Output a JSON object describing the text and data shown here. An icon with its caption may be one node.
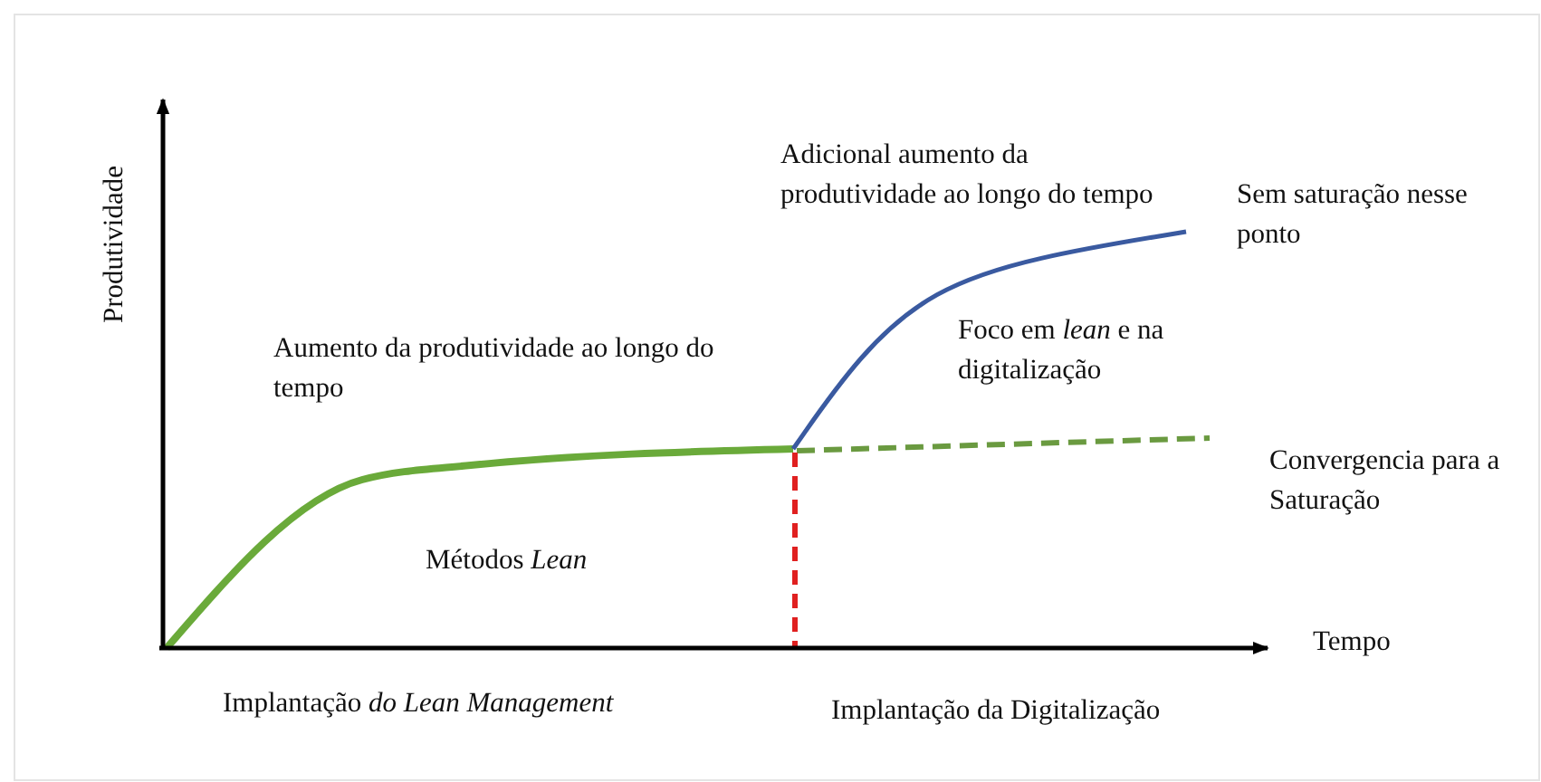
{
  "diagram": {
    "labels": [
      "Produtividade",
      "Adicional aumento da produtividade ao longo do tempo",
      "Sem saturação nesse ponto",
      "Aumento da produtividade ao longo do tempo",
      "Foco em *lean* e na digitalização",
      "Convergencia para a Saturação",
      "Métodos *Lean*",
      "Tempo",
      "Implantação *do Lean Management*",
      "Implantação da Digitalização"
    ]
  }
}
